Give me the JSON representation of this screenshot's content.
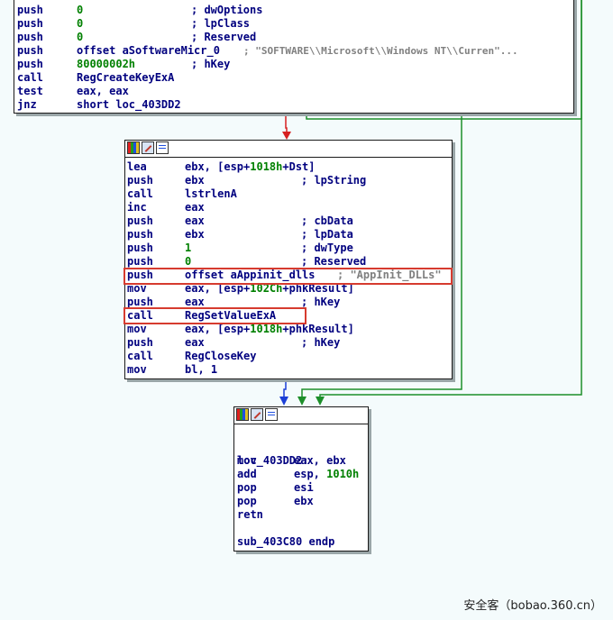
{
  "block1": {
    "lines": [
      {
        "mn": "push",
        "op": "0",
        "opType": "num",
        "cm": "; dwOptions"
      },
      {
        "mn": "push",
        "op": "0",
        "opType": "num",
        "cm": "; lpClass"
      },
      {
        "mn": "push",
        "op": "0",
        "opType": "num",
        "cm": "; Reserved"
      },
      {
        "mn": "push",
        "op": "offset aSoftwareMicr_0",
        "opType": "sym",
        "cm": "; \"SOFTWARE\\\\Microsoft\\\\Windows NT\\\\Curren\"...",
        "cmGray": true
      },
      {
        "mn": "push",
        "op": "80000002h",
        "opType": "num",
        "cm": "; hKey"
      },
      {
        "mn": "call",
        "op": "RegCreateKeyExA",
        "opType": "sym",
        "cm": ""
      },
      {
        "mn": "test",
        "op": "eax, eax",
        "opType": "sym",
        "cm": ""
      },
      {
        "mn": "jnz",
        "op": "short loc_403DD2",
        "opType": "sym",
        "cm": ""
      }
    ]
  },
  "block2": {
    "lines": [
      {
        "mn": "lea",
        "op": "ebx, [esp+1018h+Dst]",
        "opType": "sym",
        "cm": ""
      },
      {
        "mn": "push",
        "op": "ebx",
        "opType": "sym",
        "cm": "; lpString"
      },
      {
        "mn": "call",
        "op": "lstrlenA",
        "opType": "sym",
        "cm": ""
      },
      {
        "mn": "inc",
        "op": "eax",
        "opType": "sym",
        "cm": ""
      },
      {
        "mn": "push",
        "op": "eax",
        "opType": "sym",
        "cm": "; cbData"
      },
      {
        "mn": "push",
        "op": "ebx",
        "opType": "sym",
        "cm": "; lpData"
      },
      {
        "mn": "push",
        "op": "1",
        "opType": "num",
        "cm": "; dwType"
      },
      {
        "mn": "push",
        "op": "0",
        "opType": "num",
        "cm": "; Reserved"
      },
      {
        "mn": "push",
        "op": "offset aAppinit_dlls",
        "opType": "sym",
        "cm": "; \"AppInit_DLLs\"",
        "cmGray": true
      },
      {
        "mn": "mov",
        "op": "eax, [esp+102Ch+phkResult]",
        "opType": "sym",
        "cm": ""
      },
      {
        "mn": "push",
        "op": "eax",
        "opType": "sym",
        "cm": "; hKey"
      },
      {
        "mn": "call",
        "op": "RegSetValueExA",
        "opType": "sym",
        "cm": ""
      },
      {
        "mn": "mov",
        "op": "eax, [esp+1018h+phkResult]",
        "opType": "sym",
        "cm": ""
      },
      {
        "mn": "push",
        "op": "eax",
        "opType": "sym",
        "cm": "; hKey"
      },
      {
        "mn": "call",
        "op": "RegCloseKey",
        "opType": "sym",
        "cm": ""
      },
      {
        "mn": "mov",
        "op": "bl, 1",
        "opType": "sym",
        "cm": ""
      }
    ]
  },
  "block3": {
    "label": "loc_403DD2:",
    "lines": [
      {
        "mn": "mov",
        "op": "eax, ebx",
        "opType": "sym",
        "cm": ""
      },
      {
        "mn": "add",
        "op": "esp, 1010h",
        "opType": "num",
        "cm": ""
      },
      {
        "mn": "pop",
        "op": "esi",
        "opType": "sym",
        "cm": ""
      },
      {
        "mn": "pop",
        "op": "ebx",
        "opType": "sym",
        "cm": ""
      },
      {
        "mn": "retn",
        "op": "",
        "opType": "sym",
        "cm": ""
      }
    ],
    "endp": "sub_403C80 endp"
  },
  "colors": {
    "edge_true": "#d62020",
    "edge_false": "#1d8f2a",
    "edge_normal": "#1c3fd6",
    "highlight": "#d63b2f"
  },
  "watermark": "安全客（bobao.360.cn）"
}
